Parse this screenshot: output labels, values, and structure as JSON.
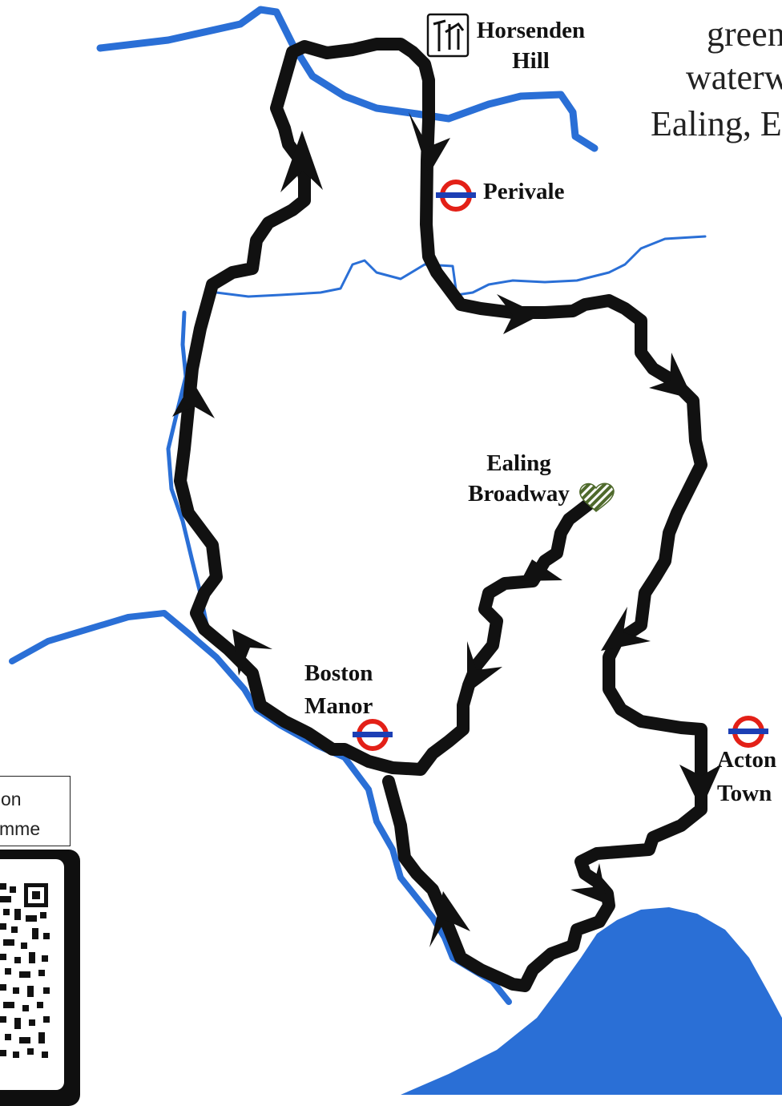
{
  "intro_lines": [
    "green",
    "waterw",
    "Ealing, E"
  ],
  "places": {
    "horsenden": [
      "Horsenden",
      "Hill"
    ],
    "perivale": [
      "Perivale"
    ],
    "ealing": [
      "Ealing",
      "Broadway"
    ],
    "boston": [
      "Boston",
      "Manor"
    ],
    "acton": [
      "Acton",
      "Town"
    ]
  },
  "side_box_lines": [
    "on",
    "mme"
  ],
  "colors": {
    "route": "#111111",
    "water": "#2a6fd6",
    "underground_ring": "#e32017",
    "underground_bar": "#1c3fb5",
    "start_heart": "#4f6a2c"
  },
  "icons": [
    "hill-signpost-icon",
    "underground-roundel-icon",
    "start-heart-icon",
    "direction-arrow-icon",
    "qr-code-icon"
  ]
}
